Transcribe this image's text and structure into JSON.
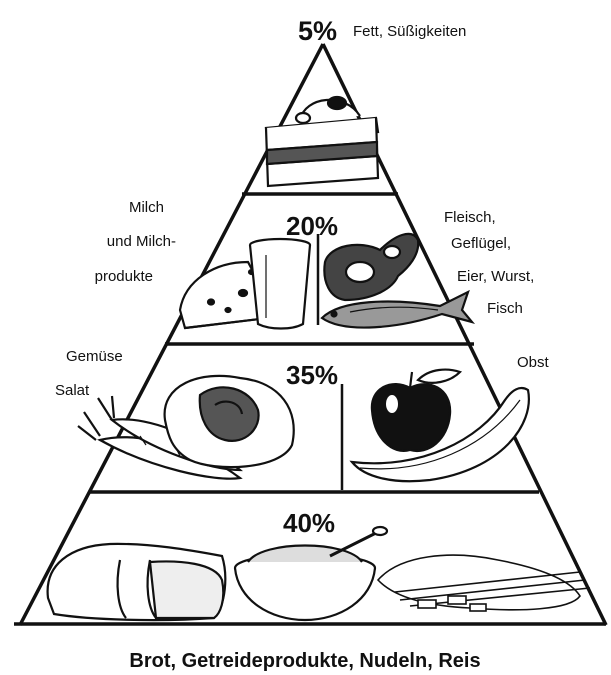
{
  "tiers": [
    {
      "id": "top",
      "percent": "5%",
      "label_lines": [
        "Fett, Süßigkeiten"
      ]
    },
    {
      "id": "second",
      "percent": "20%",
      "left_label_lines": [
        "Milch",
        "und Milch-",
        "produkte"
      ],
      "right_label_lines": [
        "Fleisch,",
        "Geflügel,",
        "Eier, Wurst,",
        "Fisch"
      ]
    },
    {
      "id": "third",
      "percent": "35%",
      "left_label_lines": [
        "Gemüse",
        "Salat"
      ],
      "right_label_lines": [
        "Obst"
      ]
    },
    {
      "id": "base",
      "percent": "40%",
      "caption": "Brot, Getreideprodukte, Nudeln, Reis"
    }
  ],
  "icons": [
    "cake-icon",
    "cheese-icon",
    "milk-glass-icon",
    "meat-icon",
    "fish-icon",
    "carrots-icon",
    "lettuce-icon",
    "apple-icon",
    "banana-icon",
    "bread-icon",
    "cereal-bowl-icon",
    "pasta-icon"
  ],
  "colors": {
    "ink": "#111111",
    "background": "#ffffff"
  }
}
